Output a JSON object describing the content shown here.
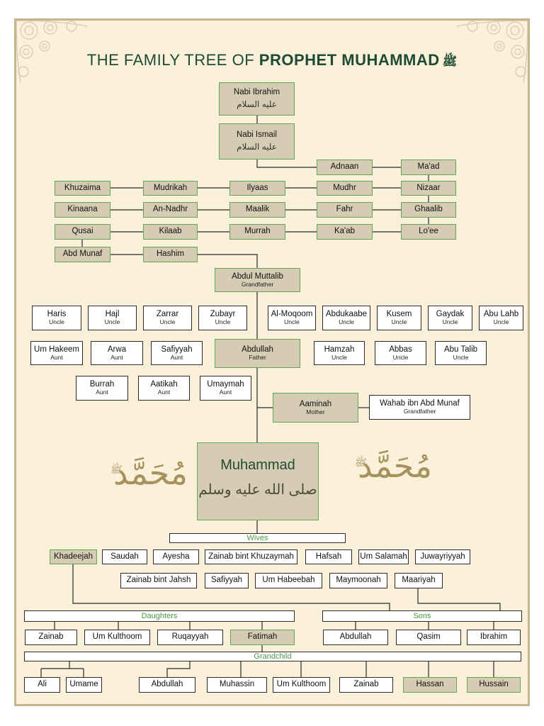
{
  "title": {
    "part1": "THE FAMILY TREE OF",
    "part2": "PROPHET MUHAMMAD",
    "honorific": "ﷺ"
  },
  "calligraphy": {
    "name": "مُحَمَّد",
    "honorific": "ﷺ"
  },
  "muhammad": {
    "name": "Muhammad",
    "arabic": "صلى الله عليه وسلم"
  },
  "boxes": {
    "ibrahim": {
      "label": "Nabi Ibrahim",
      "arabic": "عليه السلام"
    },
    "ismail": {
      "label": "Nabi Ismail",
      "arabic": "عليه السلام"
    },
    "adnaan": {
      "label": "Adnaan"
    },
    "maad": {
      "label": "Ma'ad"
    },
    "khuzaima": {
      "label": "Khuzaima"
    },
    "mudrikah": {
      "label": "Mudrikah"
    },
    "ilyaas": {
      "label": "Ilyaas"
    },
    "mudhr": {
      "label": "Mudhr"
    },
    "nizaar": {
      "label": "Nizaar"
    },
    "kinaana": {
      "label": "Kinaana"
    },
    "annadhr": {
      "label": "An-Nadhr"
    },
    "maalik": {
      "label": "Maalik"
    },
    "fahr": {
      "label": "Fahr"
    },
    "ghaalib": {
      "label": "Ghaalib"
    },
    "qusai": {
      "label": "Qusai"
    },
    "kilaab": {
      "label": "Kilaab"
    },
    "murrah": {
      "label": "Murrah"
    },
    "kaab": {
      "label": "Ka'ab"
    },
    "loee": {
      "label": "Lo'ee"
    },
    "abdmunaf": {
      "label": "Abd Munaf"
    },
    "hashim": {
      "label": "Hashim"
    },
    "abdulmuttalib": {
      "label": "Abdul Muttalib",
      "sub": "Grandfather"
    },
    "haris": {
      "label": "Haris",
      "sub": "Uncle"
    },
    "hajl": {
      "label": "Hajl",
      "sub": "Uncle"
    },
    "zarrar": {
      "label": "Zarrar",
      "sub": "Uncle"
    },
    "zubayr": {
      "label": "Zubayr",
      "sub": "Uncle"
    },
    "almoqoom": {
      "label": "Al-Moqoom",
      "sub": "Uncle"
    },
    "abdukaabe": {
      "label": "Abdukaabe",
      "sub": "Uncle"
    },
    "kusem": {
      "label": "Kusem",
      "sub": "Uncle"
    },
    "gaydak": {
      "label": "Gaydak",
      "sub": "Uncle"
    },
    "abulahb": {
      "label": "Abu Lahb",
      "sub": "Uncle"
    },
    "umhakeem": {
      "label": "Um Hakeem",
      "sub": "Aunt"
    },
    "arwa": {
      "label": "Arwa",
      "sub": "Aunt"
    },
    "safiyyah_aunt": {
      "label": "Safiyyah",
      "sub": "Aunt"
    },
    "abdullah_father": {
      "label": "Abdullah",
      "sub": "Father"
    },
    "hamzah": {
      "label": "Hamzah",
      "sub": "Uncle"
    },
    "abbas": {
      "label": "Abbas",
      "sub": "Uncle"
    },
    "abutalib": {
      "label": "Abu Talib",
      "sub": "Uncle"
    },
    "burrah": {
      "label": "Burrah",
      "sub": "Aunt"
    },
    "aatikah": {
      "label": "Aatikah",
      "sub": "Aunt"
    },
    "umaymah": {
      "label": "Umaymah",
      "sub": "Aunt"
    },
    "aaminah": {
      "label": "Aaminah",
      "sub": "Mother"
    },
    "wahab": {
      "label": "Wahab ibn Abd Munaf",
      "sub": "Grandfather"
    },
    "wives": {
      "label": "Wives"
    },
    "khadeejah": {
      "label": "Khadeejah"
    },
    "saudah": {
      "label": "Saudah"
    },
    "ayesha": {
      "label": "Ayesha"
    },
    "zainab_khuzaymah": {
      "label": "Zainab bint Khuzaymah"
    },
    "hafsah": {
      "label": "Hafsah"
    },
    "umsalamah": {
      "label": "Um Salamah"
    },
    "juwayriyyah": {
      "label": "Juwayriyyah"
    },
    "zainab_jahsh": {
      "label": "Zainab bint Jahsh"
    },
    "safiyyah_wife": {
      "label": "Safiyyah"
    },
    "umhabeebah": {
      "label": "Um Habeebah"
    },
    "maymoonah": {
      "label": "Maymoonah"
    },
    "maariyah": {
      "label": "Maariyah"
    },
    "daughters": {
      "label": "Daughters"
    },
    "sons": {
      "label": "Sons"
    },
    "zainab_d": {
      "label": "Zainab"
    },
    "umkulthoom_d": {
      "label": "Um Kulthoom"
    },
    "ruqayyah": {
      "label": "Ruqayyah"
    },
    "fatimah": {
      "label": "Fatimah"
    },
    "abdullah_son": {
      "label": "Abdullah"
    },
    "qasim": {
      "label": "Qasim"
    },
    "ibrahim_son": {
      "label": "Ibrahim"
    },
    "grandchild": {
      "label": "Grandchild"
    },
    "ali": {
      "label": "Ali"
    },
    "umame": {
      "label": "Umame"
    },
    "abdullah_gc": {
      "label": "Abdullah"
    },
    "muhassin": {
      "label": "Muhassin"
    },
    "umkulthoom_gc": {
      "label": "Um Kulthoom"
    },
    "zainab_gc": {
      "label": "Zainab"
    },
    "hassan": {
      "label": "Hassan"
    },
    "hussain": {
      "label": "Hussain"
    }
  },
  "colors": {
    "accent_green": "#5fa85a",
    "title_green": "#1f4a33",
    "box_beige": "#d6ccb4",
    "background": "#fbf0da",
    "gold": "#a6925c"
  }
}
